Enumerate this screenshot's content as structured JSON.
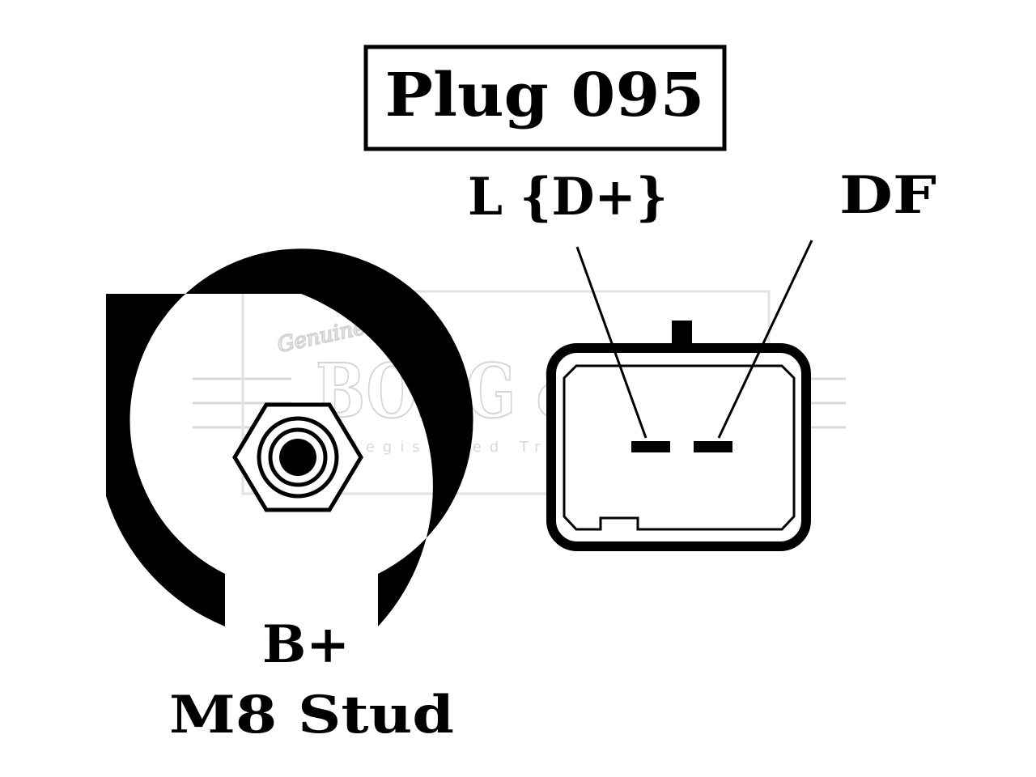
{
  "diagram": {
    "plug_label": "Plug 095",
    "pin_left_label": "L {D+}",
    "pin_right_label": "DF",
    "terminal_label": "B+",
    "stud_label": "M8 Stud"
  },
  "watermark": {
    "brand": "BORG & BECK",
    "script_text": "Genuine",
    "tagline": "Registered Trade Mark"
  },
  "colors": {
    "ink": "#000000",
    "background": "#ffffff",
    "watermark": "#d4d4d4"
  }
}
